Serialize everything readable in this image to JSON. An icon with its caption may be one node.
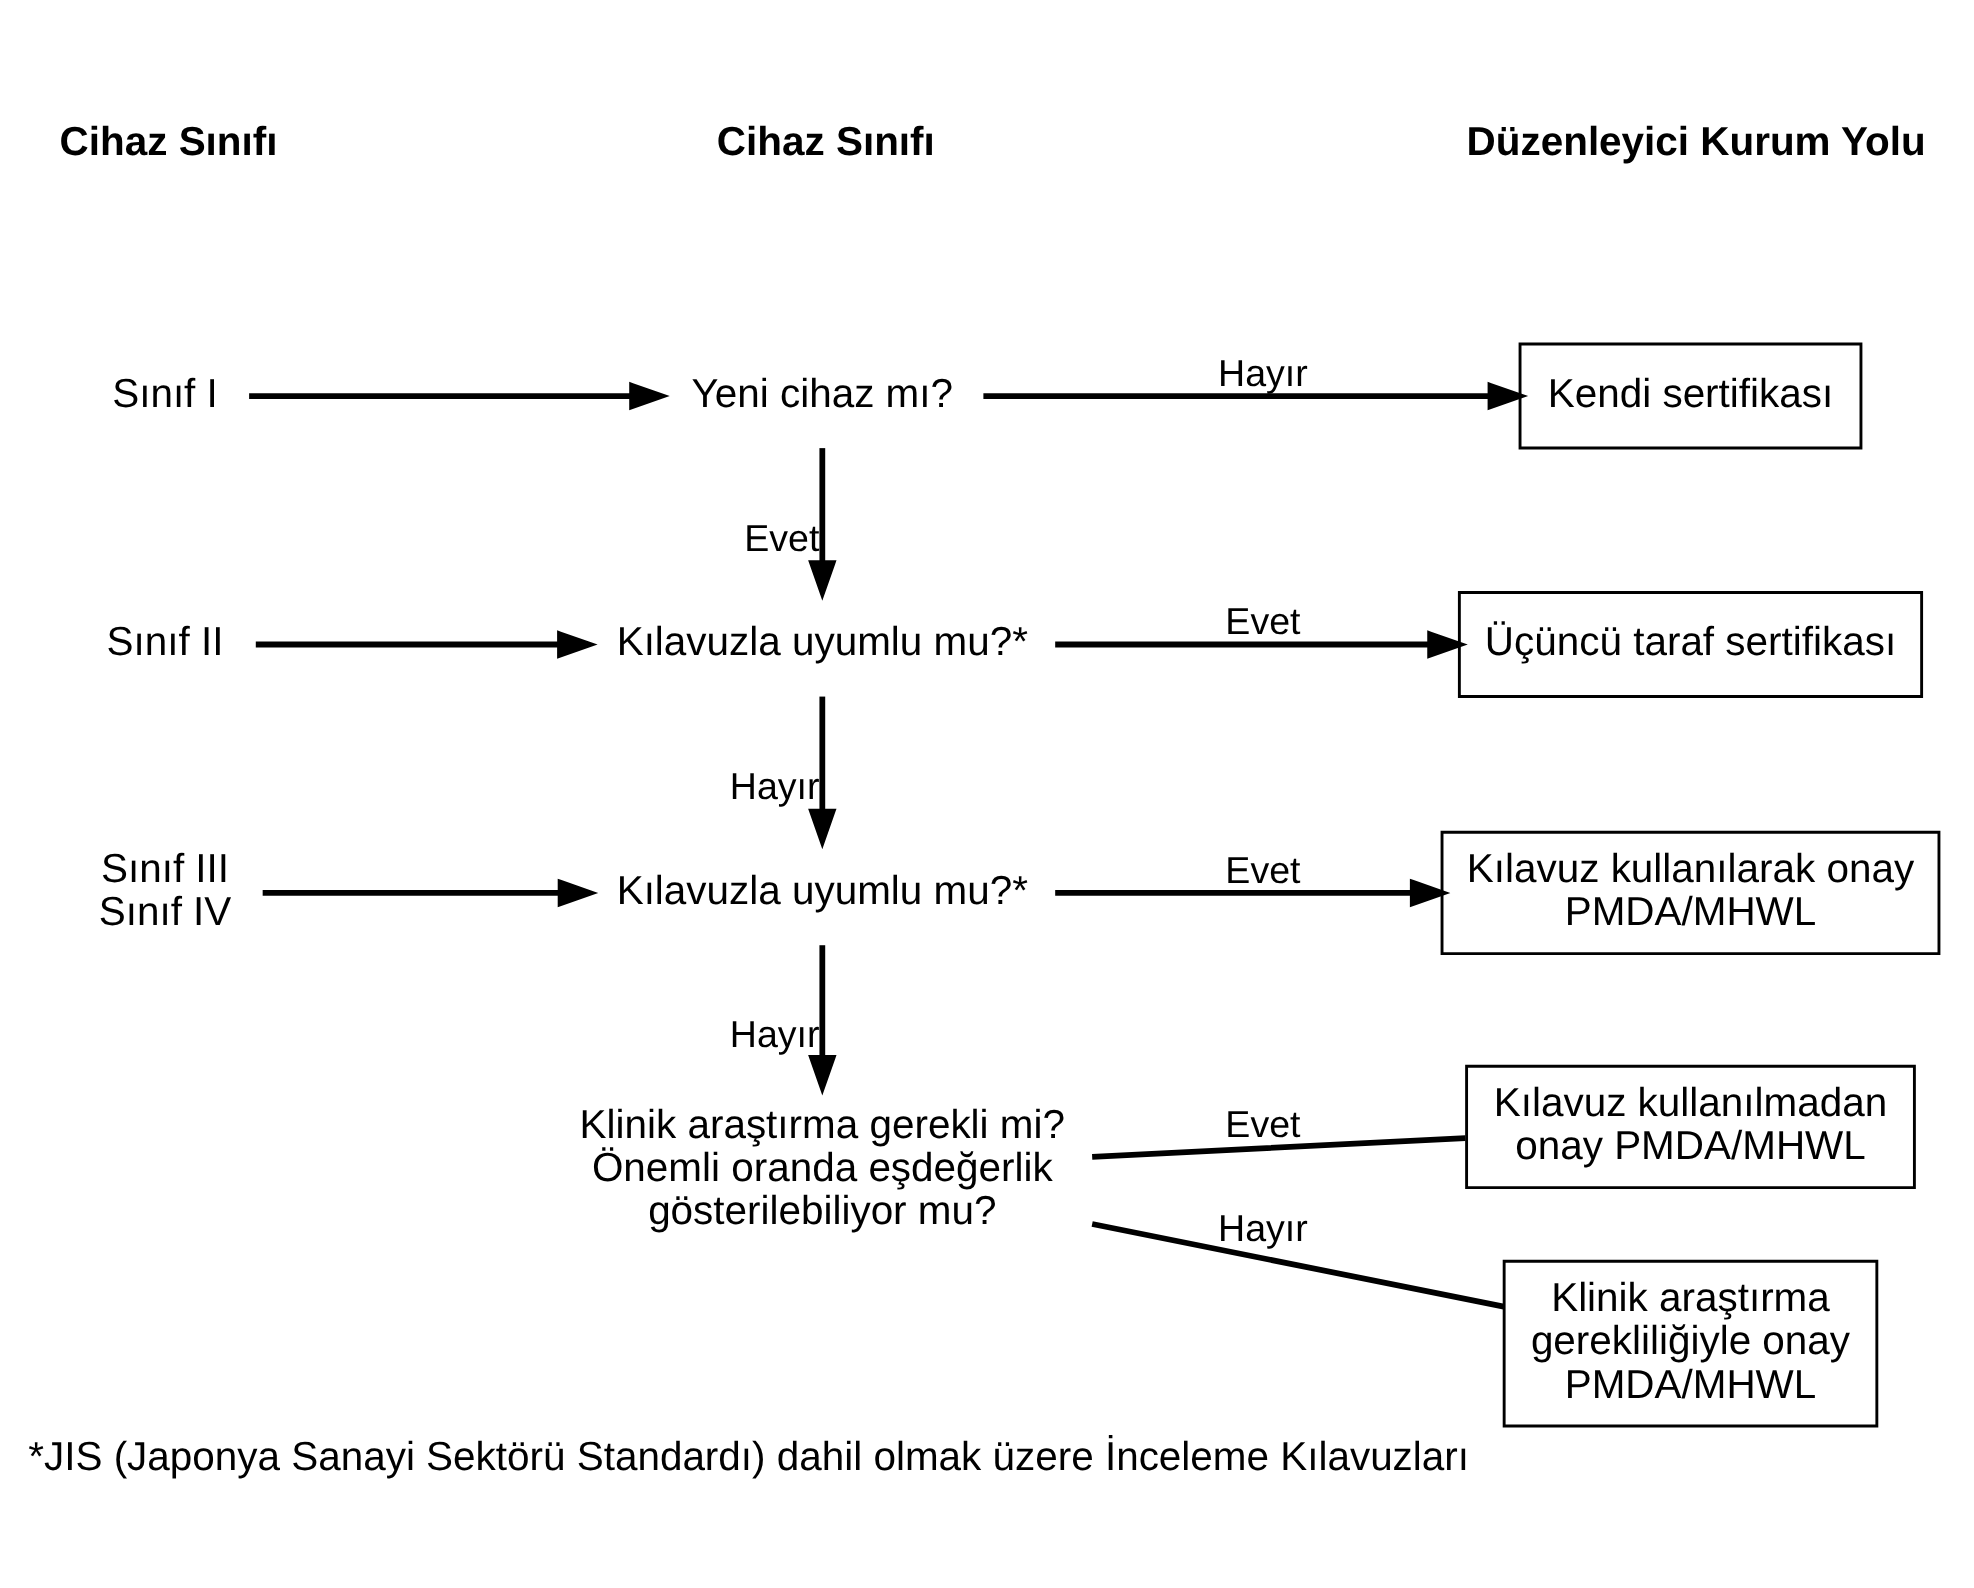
{
  "diagram": {
    "caption": "*JIS (Japonya Sanayi Sektörü Standardı) dahil olmak üzere İnceleme Kılavuzları",
    "nodes": [
      {
        "text": [
          "Sınıf I"
        ]
      },
      {
        "text": [
          "Yeni cihaz mı?"
        ]
      },
      {
        "text": [
          "Kendi sertifikası"
        ]
      },
      {
        "text": [
          "Sınıf II"
        ]
      },
      {
        "text": [
          "Kılavuzla uyumlu mu?*"
        ]
      },
      {
        "text": [
          "Üçüncü taraf sertifikası"
        ]
      },
      {
        "text": [
          "Sınıf III",
          "Sınıf IV"
        ]
      },
      {
        "text": [
          "Kılavuzla uyumlu mu?*"
        ]
      },
      {
        "text": [
          "Kılavuz kullanılarak onay PMDA/MHWL"
        ]
      },
      {
        "text": [
          "Klinik araştırma gerekli mi? Önemli oranda eşdeğerlik gösterilebiliyor mu?"
        ]
      },
      {
        "text": [
          "Kılavuz kullanılmadan onay PMDA/MHWL"
        ]
      },
      {
        "text": [
          "Klinik araştırma gerekliliğiyle onay PMDA/MHWL"
        ]
      }
    ],
    "edges": [
      {
        "from": 0,
        "to": 1,
        "arrow": "to"
      },
      {
        "from": 1,
        "to": 2,
        "arrow": "to",
        "label": "Hayır"
      },
      {
        "from": 1,
        "to": 4,
        "arrow": "to",
        "label": "Evet"
      },
      {
        "from": 3,
        "to": 4,
        "arrow": "to"
      },
      {
        "from": 4,
        "to": 5,
        "arrow": "to",
        "label": "Evet"
      },
      {
        "from": 4,
        "to": 7,
        "arrow": "to",
        "label": "Hayır"
      },
      {
        "from": 6,
        "to": 7,
        "arrow": "to"
      },
      {
        "from": 7,
        "to": 8,
        "arrow": "to",
        "label": "Evet"
      },
      {
        "from": 7,
        "to": 9,
        "arrow": "to",
        "label": "Hayır"
      },
      {
        "from": 9,
        "to": 10,
        "arrow": "none",
        "label": "Evet"
      },
      {
        "from": 9,
        "to": 11,
        "arrow": "none",
        "label": "Hayır"
      }
    ],
    "labels": [
      "Cihaz Sınıfı",
      "Cihaz Sınıfı",
      "Düzenleyici Kurum Yolu"
    ]
  }
}
